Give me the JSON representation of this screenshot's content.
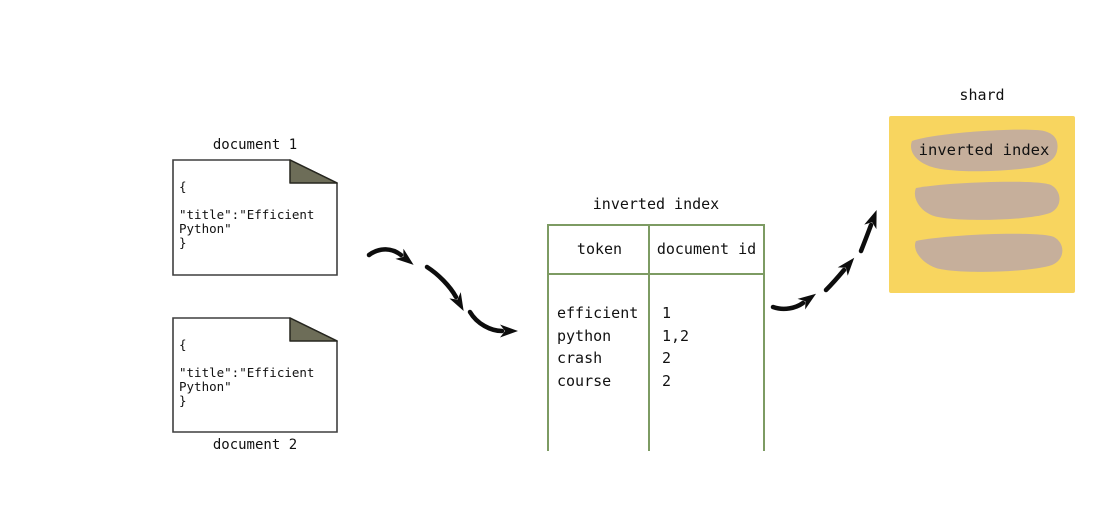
{
  "documents": [
    {
      "label": "document 1",
      "content": "{\n\n\"title\":\"Efficient\nPython\"\n}"
    },
    {
      "label": "document 2",
      "content": "{\n\n\"title\":\"Efficient\nPython\"\n}"
    }
  ],
  "inverted_index": {
    "title": "inverted index",
    "columns": [
      "token",
      "document id"
    ],
    "rows": [
      {
        "token": "efficient",
        "doc_ids": "1"
      },
      {
        "token": "python",
        "doc_ids": "1,2"
      },
      {
        "token": "crash",
        "doc_ids": "2"
      },
      {
        "token": "course",
        "doc_ids": "2"
      }
    ]
  },
  "shard": {
    "label": "shard",
    "segment_label": "inverted index"
  },
  "colors": {
    "shard_fill": "#F8D55F",
    "segment_fill": "#C6AF9B",
    "table_border": "#7D9B63",
    "fold_fill": "#6D6D58",
    "page_fill": "#FFFFFF",
    "page_stroke": "#3F3F3F",
    "arrow": "#0D0D0D"
  }
}
